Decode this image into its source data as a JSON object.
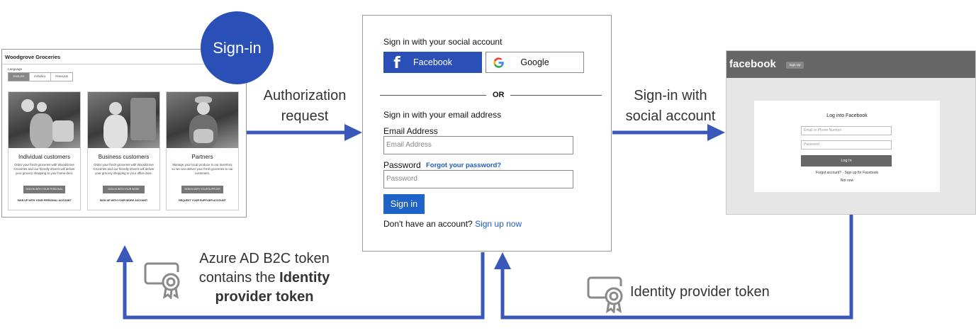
{
  "colors": {
    "arrow": "#3a57ba",
    "badge": "#2a4fb6",
    "facebook_button": "#2a4fb6",
    "signin_button": "#1f63c7",
    "link": "#1f5cc2"
  },
  "badge": {
    "label": "Sign-in"
  },
  "woodgrove": {
    "title": "Woodgrove Groceries",
    "language_label": "Language",
    "languages": [
      "ENGLISH",
      "ESPAÑOL",
      "FRANÇAIS"
    ],
    "cards": [
      {
        "title": "Individual customers",
        "description": "Order your fresh groceries with WoodGrove Groceries and our friendly drivers will deliver your grocery shopping to your home door.",
        "button": "SIGN IN WITH YOUR PERSONAL ACCOUNT",
        "link": "SIGN UP WITH YOUR PERSONAL ACCOUNT"
      },
      {
        "title": "Business customers",
        "description": "Order your fresh groceries with WoodGrove Groceries and our friendly drivers will deliver your grocery shopping to your office door.",
        "button": "SIGN IN WITH YOUR WORK ACCOUNT",
        "link": "SIGN UP WITH YOUR WORK ACCOUNT"
      },
      {
        "title": "Partners",
        "description": "Manage your local produce in our inventory so we can deliver your fresh groceries to our customers.",
        "button": "SIGN IN WITH YOUR SUPPLIER ACCOUNT",
        "link": "REQUEST YOUR SUPPLIER ACCOUNT"
      }
    ]
  },
  "signin_panel": {
    "social_heading": "Sign in with your social account",
    "facebook_button": "Facebook",
    "google_button": "Google",
    "or_label": "OR",
    "email_heading": "Sign in with your email address",
    "email_label": "Email Address",
    "email_placeholder": "Email Address",
    "password_label": "Password",
    "forgot_link": "Forgot your password?",
    "password_placeholder": "Password",
    "signin_button": "Sign in",
    "no_account_text": "Don't have an account?",
    "signup_link": "Sign up now"
  },
  "facebook_panel": {
    "logo": "facebook",
    "signup_pill": "Sign Up",
    "heading": "Log into Facebook",
    "email_placeholder": "Email or Phone Number",
    "password_placeholder": "Password",
    "login_button": "Log In",
    "footer_links": "Forgot account? · Sign up for Facebook",
    "not_now": "Not now"
  },
  "flows": {
    "authorization_request": [
      "Authorization",
      "request"
    ],
    "signin_social": [
      "Sign-in with",
      "social account"
    ],
    "b2c_token": {
      "line1": "Azure AD B2C token",
      "line2_prefix": "contains the ",
      "line2_bold": "Identity",
      "line3_bold": "provider token"
    },
    "idp_token": "Identity provider token"
  },
  "icons": [
    "certificate-icon",
    "facebook-f-icon",
    "google-g-icon"
  ]
}
